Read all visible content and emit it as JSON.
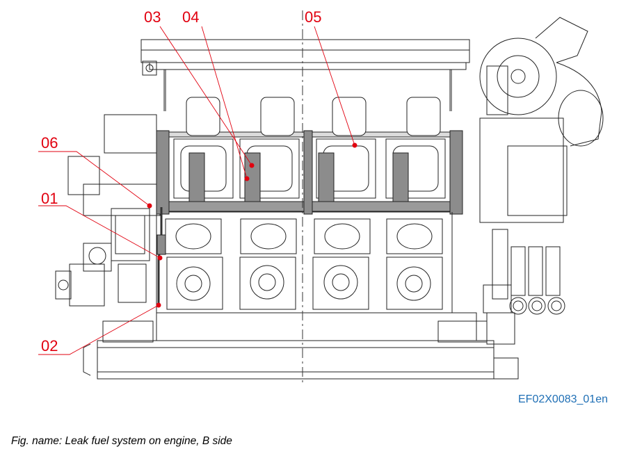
{
  "colors": {
    "callout": "#e1000f",
    "figure_id": "#1f6fb5",
    "line": "#222222",
    "gray_fill": "#8c8c8c",
    "light_fill": "#dcdcdc"
  },
  "callouts": [
    {
      "id": "03",
      "label": "03"
    },
    {
      "id": "04",
      "label": "04"
    },
    {
      "id": "05",
      "label": "05"
    },
    {
      "id": "06",
      "label": "06"
    },
    {
      "id": "01",
      "label": "01"
    },
    {
      "id": "02",
      "label": "02"
    }
  ],
  "figure_id": "EF02X0083_01en",
  "caption": "Fig. name: Leak fuel system on engine, B side"
}
